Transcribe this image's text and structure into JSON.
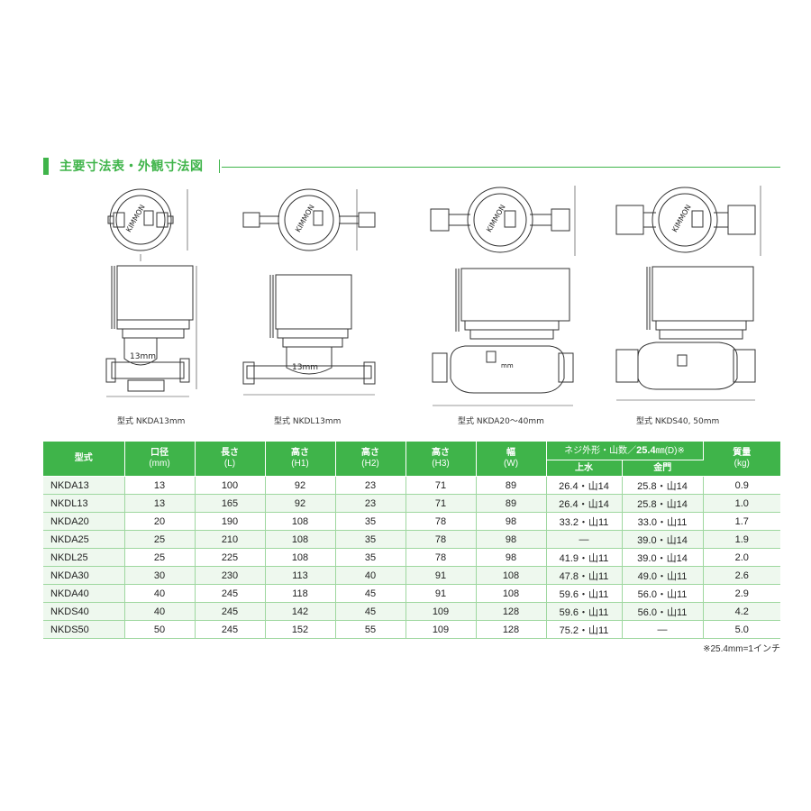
{
  "section": {
    "title": "主要寸法表・外観寸法図"
  },
  "drawings": [
    {
      "caption": "型式 NKDA13mm",
      "dial_text": "KIMMON",
      "size_text": "13mm"
    },
    {
      "caption": "型式 NKDL13mm",
      "dial_text": "KIMMON",
      "size_text": "13mm"
    },
    {
      "caption": "型式 NKDA20～40mm",
      "dial_text": "KIMMON",
      "size_text": "mm"
    },
    {
      "caption": "型式 NKDS40, 50mm",
      "dial_text": "KIMMON",
      "size_text": ""
    }
  ],
  "table": {
    "headers": {
      "model": "型式",
      "bore": "口径",
      "bore_unit": "(mm)",
      "length": "長さ",
      "length_unit": "(L)",
      "h1": "高さ",
      "h1_unit": "(H1)",
      "h2": "高さ",
      "h2_unit": "(H2)",
      "h3": "高さ",
      "h3_unit": "(H3)",
      "width": "幅",
      "width_unit": "(W)",
      "thread_group": "ネジ外形・山数／",
      "thread_group_value": "25.4",
      "thread_group_unit": "㎜(D)",
      "thread_group_mark": "※",
      "upper_water": "上水",
      "metal_gate": "金門",
      "mass": "質量",
      "mass_unit": "(kg)"
    },
    "rows": [
      {
        "model": "NKDA13",
        "bore": "13",
        "length": "100",
        "h1": "92",
        "h2": "23",
        "h3": "71",
        "width": "89",
        "upper": "26.4・山14",
        "gate": "25.8・山14",
        "mass": "0.9"
      },
      {
        "model": "NKDL13",
        "bore": "13",
        "length": "165",
        "h1": "92",
        "h2": "23",
        "h3": "71",
        "width": "89",
        "upper": "26.4・山14",
        "gate": "25.8・山14",
        "mass": "1.0"
      },
      {
        "model": "NKDA20",
        "bore": "20",
        "length": "190",
        "h1": "108",
        "h2": "35",
        "h3": "78",
        "width": "98",
        "upper": "33.2・山11",
        "gate": "33.0・山11",
        "mass": "1.7"
      },
      {
        "model": "NKDA25",
        "bore": "25",
        "length": "210",
        "h1": "108",
        "h2": "35",
        "h3": "78",
        "width": "98",
        "upper": "—",
        "gate": "39.0・山14",
        "mass": "1.9"
      },
      {
        "model": "NKDL25",
        "bore": "25",
        "length": "225",
        "h1": "108",
        "h2": "35",
        "h3": "78",
        "width": "98",
        "upper": "41.9・山11",
        "gate": "39.0・山14",
        "mass": "2.0"
      },
      {
        "model": "NKDA30",
        "bore": "30",
        "length": "230",
        "h1": "113",
        "h2": "40",
        "h3": "91",
        "width": "108",
        "upper": "47.8・山11",
        "gate": "49.0・山11",
        "mass": "2.6"
      },
      {
        "model": "NKDA40",
        "bore": "40",
        "length": "245",
        "h1": "118",
        "h2": "45",
        "h3": "91",
        "width": "108",
        "upper": "59.6・山11",
        "gate": "56.0・山11",
        "mass": "2.9"
      },
      {
        "model": "NKDS40",
        "bore": "40",
        "length": "245",
        "h1": "142",
        "h2": "45",
        "h3": "109",
        "width": "128",
        "upper": "59.6・山11",
        "gate": "56.0・山11",
        "mass": "4.2"
      },
      {
        "model": "NKDS50",
        "bore": "50",
        "length": "245",
        "h1": "152",
        "h2": "55",
        "h3": "109",
        "width": "128",
        "upper": "75.2・山11",
        "gate": "—",
        "mass": "5.0"
      }
    ]
  },
  "footnote": "※25.4mm=1インチ",
  "colors": {
    "accent": "#3fb44a",
    "row_tint": "#eef8ee",
    "rule": "#9ed79f"
  }
}
